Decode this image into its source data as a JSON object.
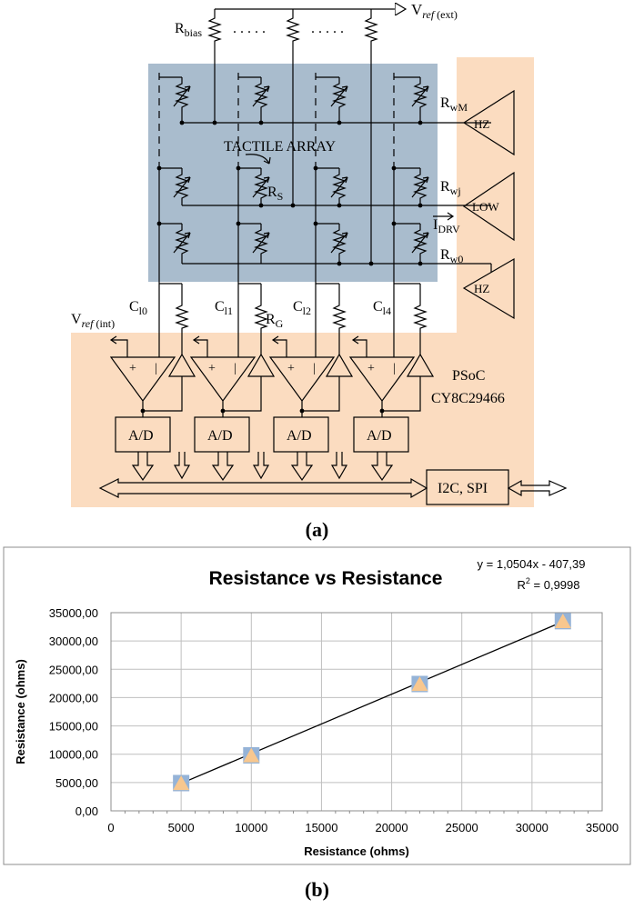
{
  "figure_a": {
    "caption": "(a)",
    "labels": {
      "vref_ext_v": "V",
      "vref_ext_sub": "ref",
      "vref_ext_tail": " (ext)",
      "rbias_r": "R",
      "rbias_sub": "bias",
      "dots": ". . . . .",
      "tactile_array": "TACTILE  ARRAY",
      "rs_r": "R",
      "rs_sub": "S",
      "rwm_r": "R",
      "rwm_sub": "wM",
      "rwj_r": "R",
      "rwj_sub": "wj",
      "rw0_r": "R",
      "rw0_sub": "w0",
      "idrv_i": "I",
      "idrv_sub": "DRV",
      "hz_top": "HZ",
      "low": "LOW",
      "hz_bottom": "HZ",
      "vref_int_v": "V",
      "vref_int_sub": "ref",
      "vref_int_tail": " (int)",
      "cl0_c": "C",
      "cl0_sub": "l0",
      "cl1_c": "C",
      "cl1_sub": "l1",
      "cl2_c": "C",
      "cl2_sub": "l2",
      "cl4_c": "C",
      "cl4_sub": "l4",
      "rg_r": "R",
      "rg_sub": "G",
      "psoc": "PSoC",
      "psoc_part": "CY8C29466",
      "ad": "A/D",
      "bus": "I2C,  SPI",
      "plus": "+",
      "minus": "|"
    },
    "colors": {
      "array_fill": "#a9bccd",
      "psoc_fill": "#fbdcc0",
      "line": "#000000"
    }
  },
  "figure_b": {
    "caption": "(b)",
    "equation": "y = 1,0504x - 407,39",
    "r2_prefix": "R",
    "r2_sup": "2",
    "r2_value": " = 0,9998"
  },
  "chart_data": {
    "type": "scatter",
    "title": "Resistance vs Resistance",
    "xlabel": "Resistance (ohms)",
    "ylabel": "Resistance (ohms)",
    "xlim": [
      0,
      35000
    ],
    "ylim": [
      0,
      35000
    ],
    "x_ticks": [
      0,
      5000,
      10000,
      15000,
      20000,
      25000,
      30000,
      35000
    ],
    "x_tick_labels": [
      "0",
      "5000",
      "10000",
      "15000",
      "20000",
      "25000",
      "30000",
      "35000"
    ],
    "y_ticks": [
      0,
      5000,
      10000,
      15000,
      20000,
      25000,
      30000,
      35000
    ],
    "y_tick_labels": [
      "0,00",
      "5000,00",
      "10000,00",
      "15000,00",
      "20000,00",
      "25000,00",
      "30000,00",
      "35000,00"
    ],
    "grid": true,
    "series": [
      {
        "marker": "square",
        "color": "#95b3d7",
        "x": [
          5000,
          10000,
          22000,
          32200
        ],
        "y": [
          4900,
          9800,
          22400,
          33500
        ]
      },
      {
        "marker": "triangle",
        "color": "#f8c78e",
        "x": [
          5000,
          10000,
          22000,
          32200
        ],
        "y": [
          4800,
          9700,
          22300,
          33400
        ]
      }
    ],
    "trendline": {
      "slope": 1.0504,
      "intercept": -407.39,
      "x_range": [
        5000,
        32200
      ],
      "color": "#000000"
    }
  }
}
